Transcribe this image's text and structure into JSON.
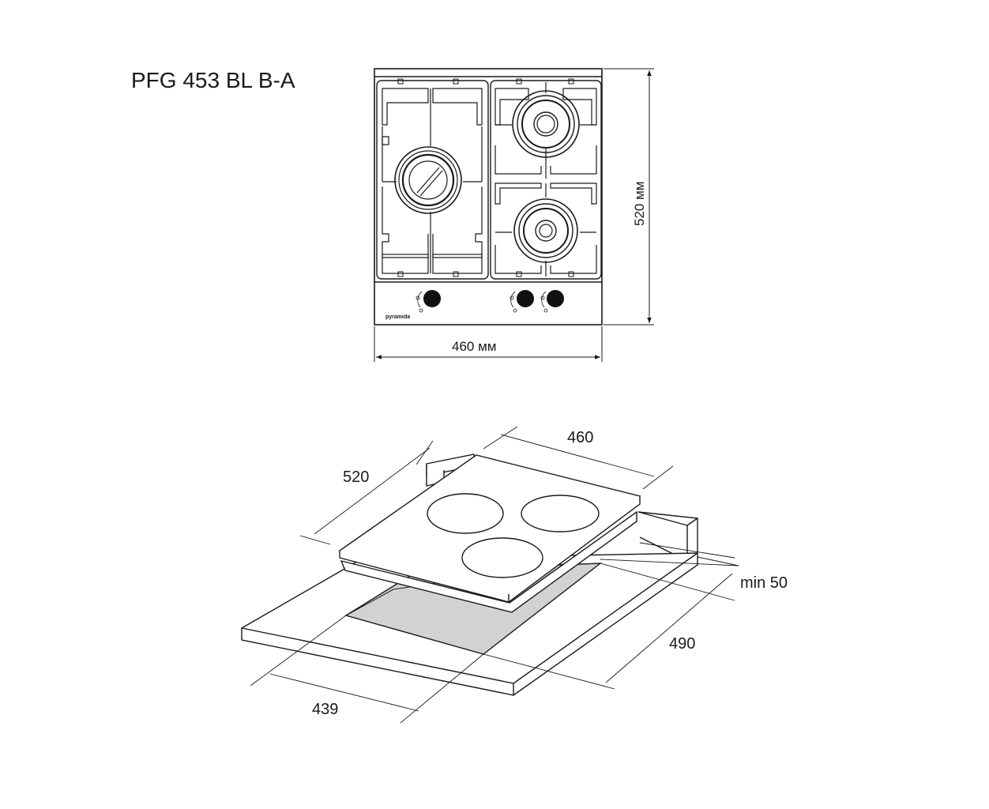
{
  "model_title": "PFG 453 BL B-A",
  "top_view": {
    "width_label": "460 мм",
    "height_label": "520 мм",
    "brand_label": "pyramida"
  },
  "iso_view": {
    "width_label": "460",
    "depth_label": "520",
    "cutout_depth_label": "490",
    "cutout_width_label": "439",
    "clearance_label": "min 50"
  },
  "colors": {
    "line": "#1a1a1a",
    "cutout_fill": "#d2d2d2",
    "knob": "#111111"
  }
}
